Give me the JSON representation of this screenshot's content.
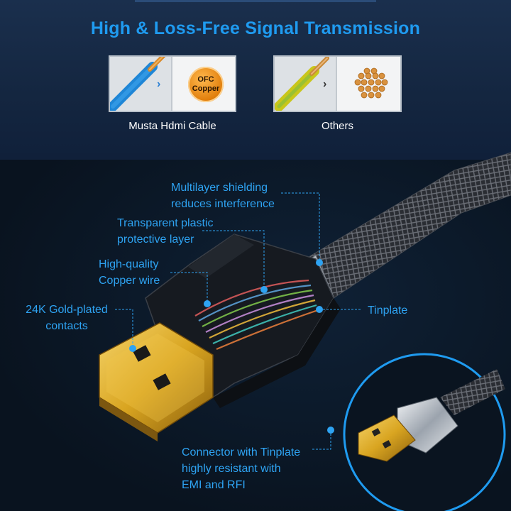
{
  "header": {
    "title": "High & Loss-Free Signal Transmission"
  },
  "comparison": {
    "left": {
      "badge_line1": "OFC",
      "badge_line2": "Copper",
      "caption": "Musta Hdmi Cable",
      "arrow": "›"
    },
    "right": {
      "caption": "Others",
      "arrow": "›"
    }
  },
  "callouts": {
    "shielding": [
      "Multilayer shielding",
      "reduces interference"
    ],
    "plastic": [
      "Transparent plastic",
      "protective layer"
    ],
    "copper": [
      "High-quality",
      "Copper wire"
    ],
    "gold": [
      "24K Gold-plated",
      "contacts"
    ],
    "tinplate": "Tinplate",
    "connector": [
      "Connector with Tinplate",
      "highly resistant with",
      "EMI and RFI"
    ]
  },
  "colors": {
    "accent": "#1f9bf0",
    "callout": "#2ea3f2",
    "background_top": "#142640",
    "background_bottom": "#09131f",
    "gold": "#d9a521"
  }
}
